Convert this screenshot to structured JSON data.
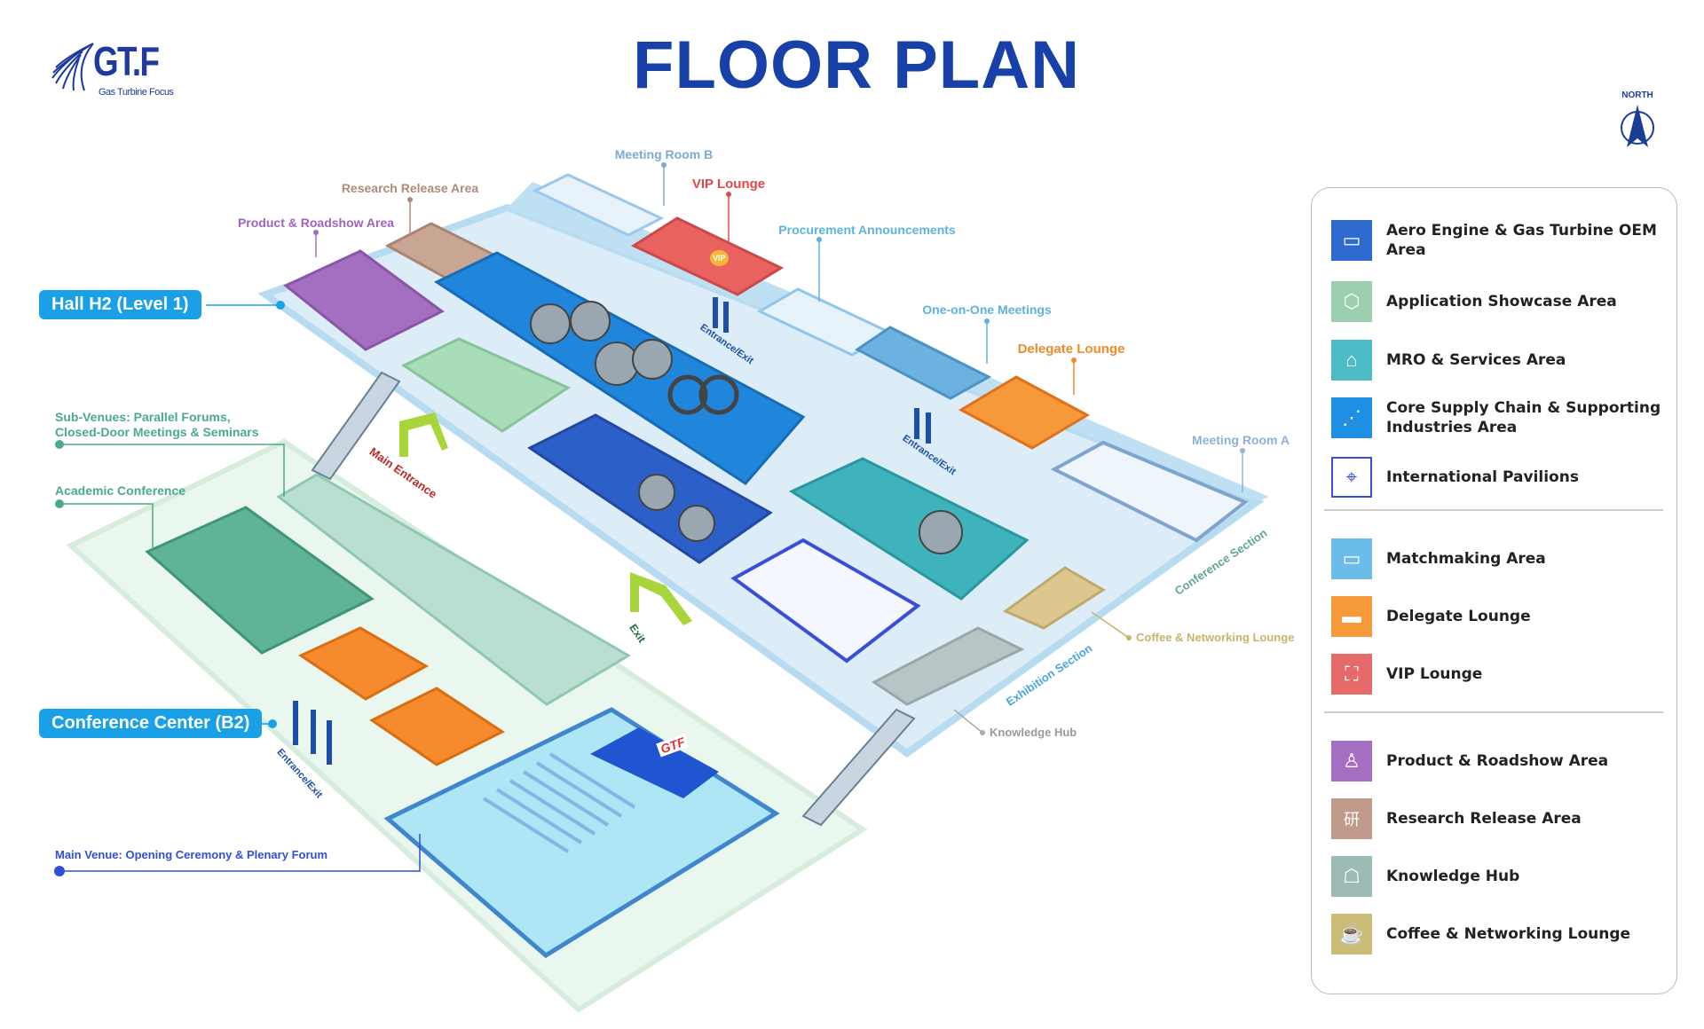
{
  "title": "FLOOR PLAN",
  "logo": {
    "text": "GT.F",
    "subtext": "Gas Turbine Focus"
  },
  "compass": {
    "label": "NORTH"
  },
  "levels": {
    "hall": "Hall H2 (Level 1)",
    "conference": "Conference Center (B2)"
  },
  "map_labels": {
    "product": "Product & Roadshow Area",
    "research": "Research Release Area",
    "meeting_b": "Meeting Room B",
    "vip": "VIP Lounge",
    "procurement": "Procurement Announcements",
    "one_on_one": "One-on-One Meetings",
    "delegate": "Delegate Lounge",
    "meeting_a": "Meeting Room  A",
    "conference_section": "Conference Section",
    "coffee": "Coffee & Networking Lounge",
    "exhibition_section": "Exhibition Section",
    "knowledge": "Knowledge Hub",
    "sub_venues_1": "Sub-Venues: Parallel Forums,",
    "sub_venues_2": "Closed-Door Meetings & Seminars",
    "academic": "Academic Conference",
    "main_venue": "Main Venue: Opening Ceremony & Plenary Forum",
    "main_entrance": "Main Entrance",
    "exit": "Exit",
    "entrance_exit": "Entrance/Exit",
    "stage_brand": "GTF",
    "vip_badge": "VIP"
  },
  "legend": {
    "groups": [
      [
        {
          "label": "Aero Engine & Gas Turbine OEM Area",
          "color": "#2f6bcf",
          "icon": "engine-icon"
        },
        {
          "label": "Application Showcase Area",
          "color": "#9ccfae",
          "icon": "cube-icon"
        },
        {
          "label": "MRO & Services Area",
          "color": "#4dbcc6",
          "icon": "wrench-house-icon"
        },
        {
          "label": "Core Supply Chain & Supporting Industries Area",
          "color": "#1e8fe2",
          "icon": "network-icon"
        },
        {
          "label": "International Pavilions",
          "color": "#ffffff",
          "icon": "map-pin-icon"
        }
      ],
      [
        {
          "label": "Matchmaking Area",
          "color": "#6bbcea",
          "icon": "chat-icon"
        },
        {
          "label": "Delegate Lounge",
          "color": "#f5993a",
          "icon": "sofa-icon"
        },
        {
          "label": "VIP Lounge",
          "color": "#e66a6a",
          "icon": "vip-icon"
        }
      ],
      [
        {
          "label": "Product & Roadshow Area",
          "color": "#a46fc0",
          "icon": "presenter-icon"
        },
        {
          "label": "Research Release Area",
          "color": "#c19a8c",
          "icon": "research-icon"
        },
        {
          "label": "Knowledge Hub",
          "color": "#9cbbb5",
          "icon": "teacher-icon"
        },
        {
          "label": "Coffee & Networking Lounge",
          "color": "#cbbd78",
          "icon": "coffee-icon"
        }
      ]
    ],
    "glyphs": {
      "engine-icon": "▭",
      "cube-icon": "⬡",
      "wrench-house-icon": "⌂",
      "network-icon": "⋰",
      "map-pin-icon": "⌖",
      "chat-icon": "▭",
      "sofa-icon": "▬",
      "vip-icon": "⛶",
      "presenter-icon": "♙",
      "research-icon": "研",
      "teacher-icon": "☖",
      "coffee-icon": "☕"
    }
  }
}
